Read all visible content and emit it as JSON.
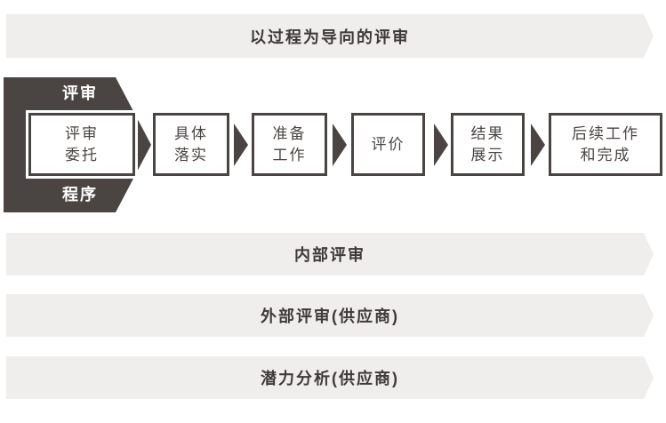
{
  "colors": {
    "dark": "#4a4543",
    "banner_bg": "#efeeec",
    "banner_text": "#3e3a39",
    "white": "#ffffff"
  },
  "top_banner": {
    "label": "以过程为导向的评审"
  },
  "process": {
    "tag_top": "评审",
    "tag_bottom": "程序",
    "stages": [
      {
        "lines": [
          "评审",
          "委托"
        ]
      },
      {
        "lines": [
          "具体",
          "落实"
        ]
      },
      {
        "lines": [
          "准备",
          "工作"
        ]
      },
      {
        "lines": [
          "评价"
        ]
      },
      {
        "lines": [
          "结果",
          "展示"
        ]
      },
      {
        "lines": [
          "后续工作",
          "和完成"
        ]
      }
    ]
  },
  "bottom_banners": [
    {
      "label": "内部评审"
    },
    {
      "label": "外部评审(供应商)"
    },
    {
      "label": "潜力分析(供应商)"
    }
  ]
}
